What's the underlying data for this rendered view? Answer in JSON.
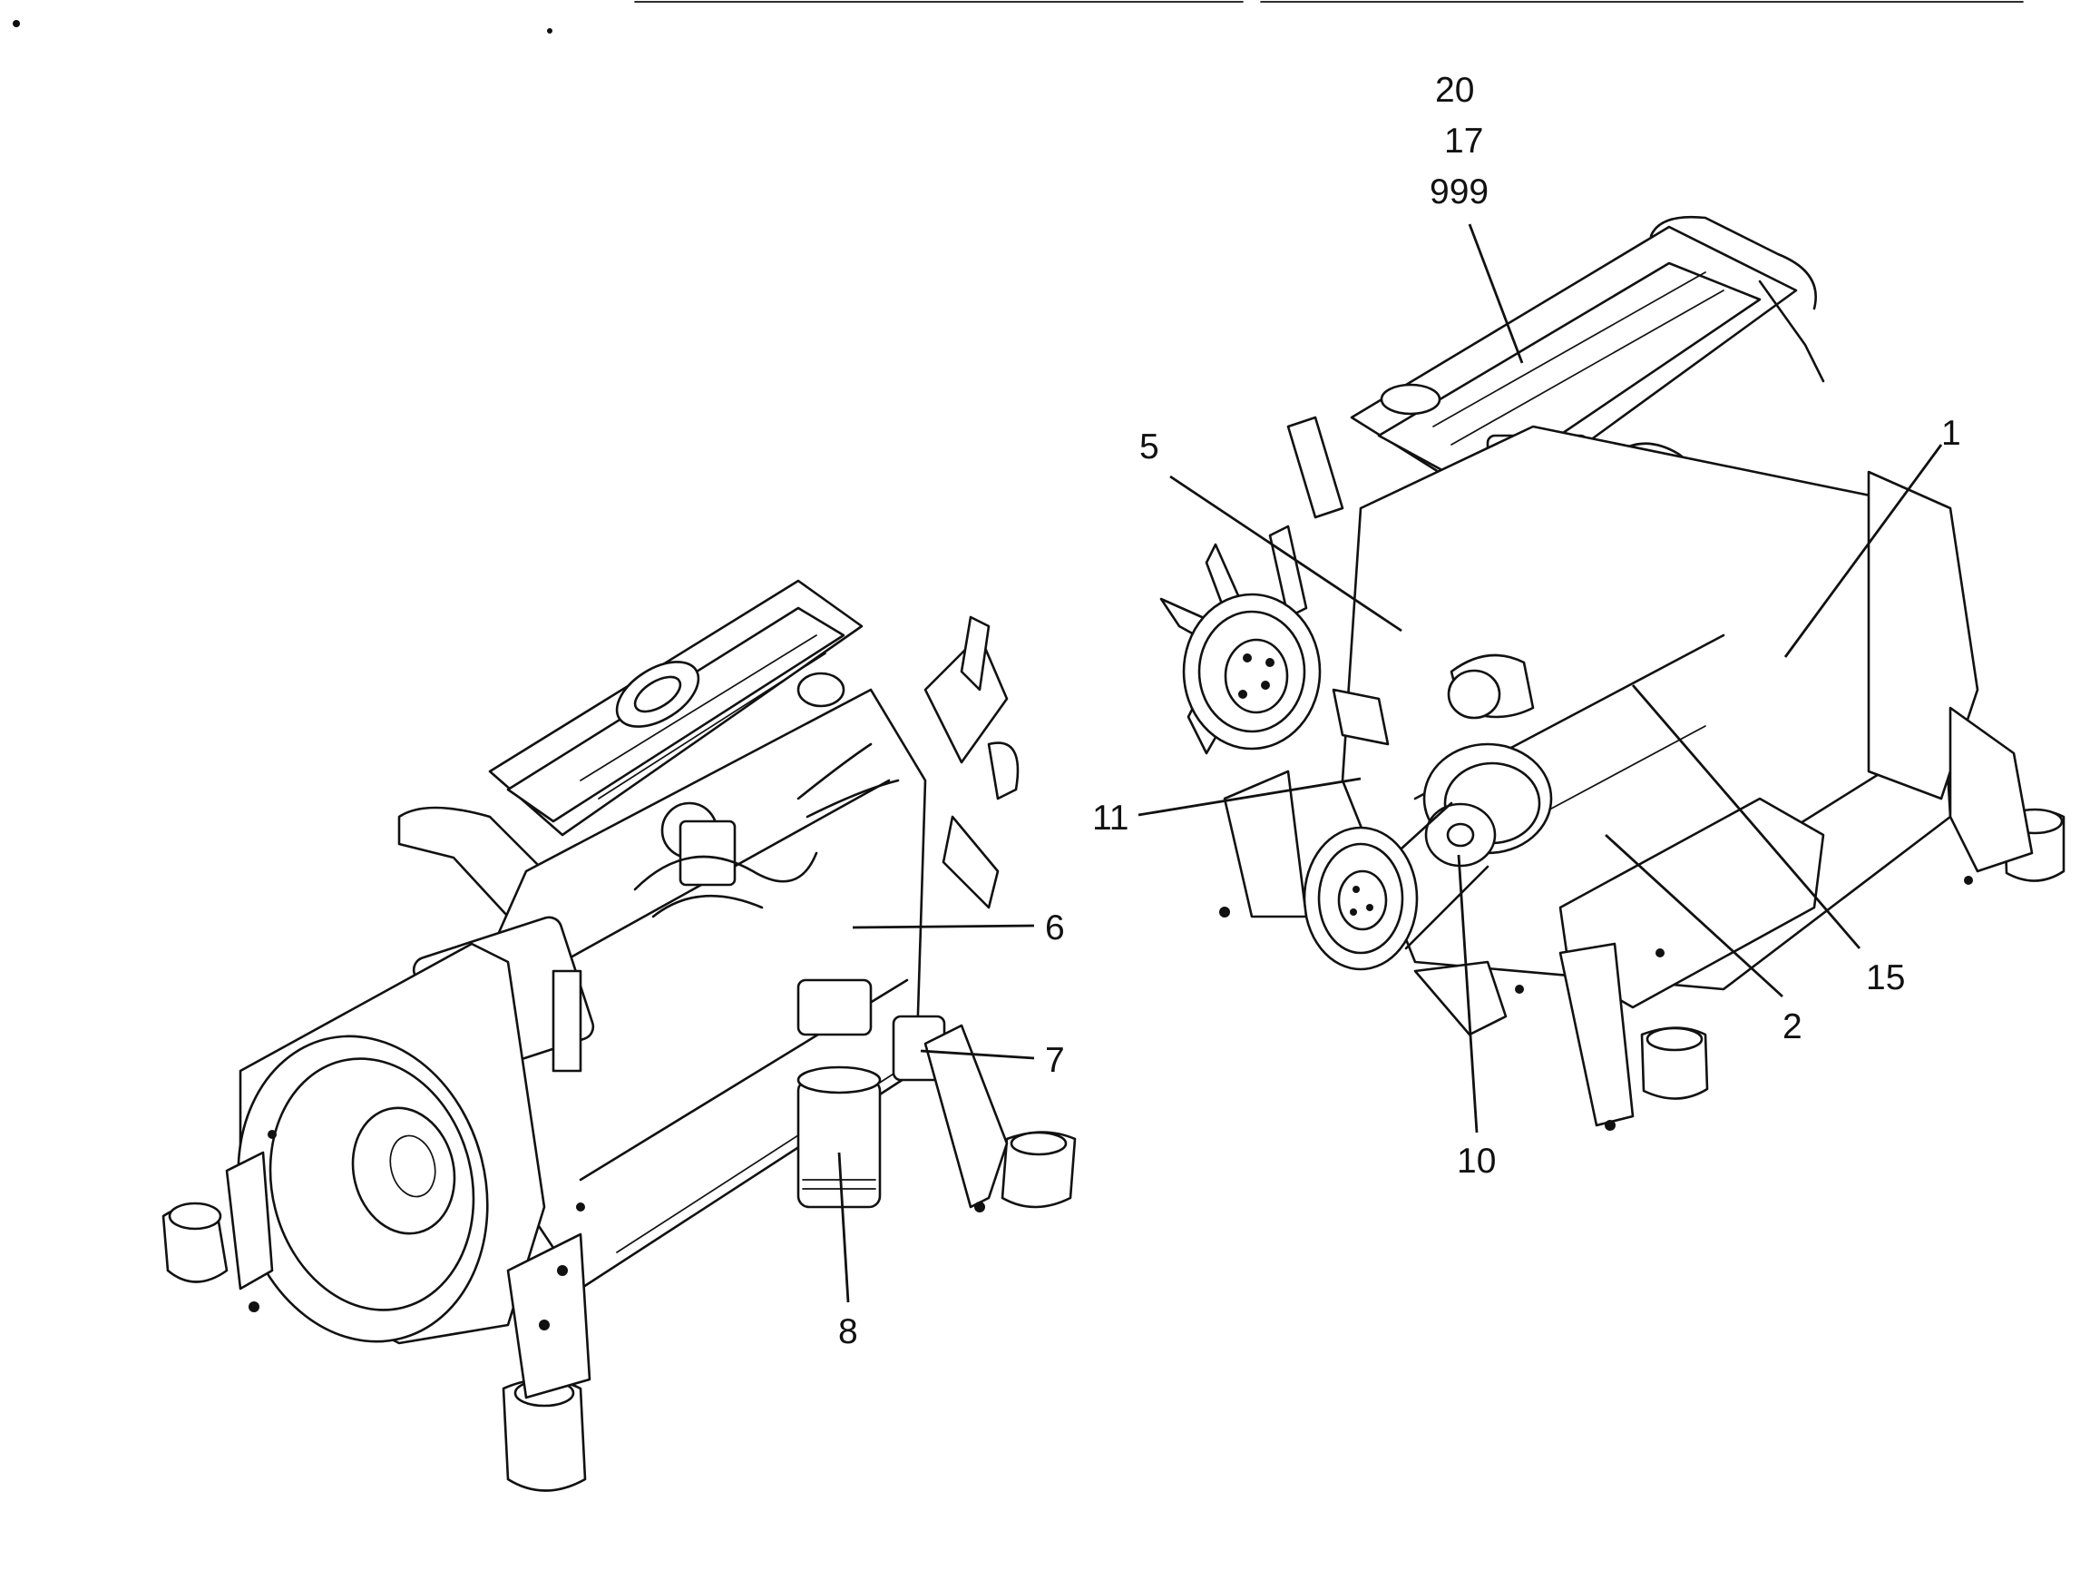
{
  "callouts": {
    "c20": "20",
    "c17": "17",
    "c999": "999",
    "c5": "5",
    "c1": "1",
    "c11": "11",
    "c6": "6",
    "c7": "7",
    "c8": "8",
    "c15": "15",
    "c2": "2",
    "c10": "10"
  }
}
